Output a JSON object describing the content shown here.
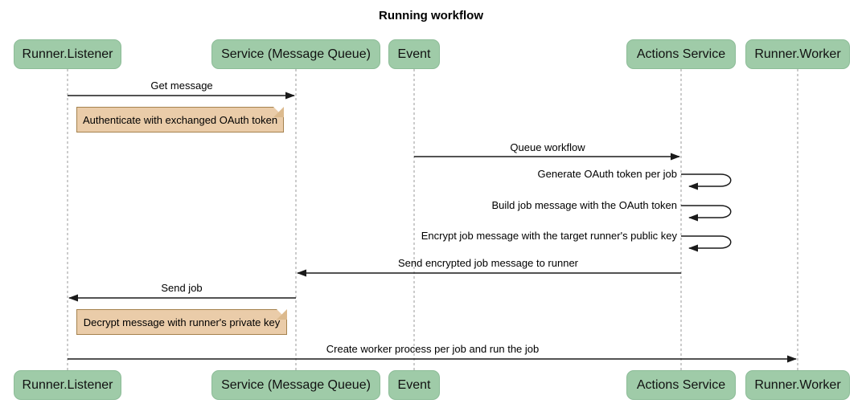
{
  "title": "Running workflow",
  "diagram_type": "sequence-diagram",
  "colors": {
    "actor_fill": "#9fcba8",
    "actor_border": "#8cbc97",
    "note_fill": "#eacca9",
    "note_border": "#a5824e",
    "lifeline": "#999999",
    "arrow": "#1a1a1a",
    "background": "#ffffff"
  },
  "participants": [
    {
      "name": "Runner.Listener"
    },
    {
      "name": "Service (Message Queue)"
    },
    {
      "name": "Event"
    },
    {
      "name": "Actions Service"
    },
    {
      "name": "Runner.Worker"
    }
  ],
  "messages": [
    {
      "label": "Get message",
      "from": "Runner.Listener",
      "to": "Service (Message Queue)",
      "kind": "solid-arrow"
    },
    {
      "label": "Queue workflow",
      "from": "Event",
      "to": "Actions Service",
      "kind": "solid-arrow"
    },
    {
      "label": "Generate OAuth token per job",
      "from": "Actions Service",
      "to": "Actions Service",
      "kind": "self-loop"
    },
    {
      "label": "Build job message with the OAuth token",
      "from": "Actions Service",
      "to": "Actions Service",
      "kind": "self-loop"
    },
    {
      "label": "Encrypt job message with the target runner's public key",
      "from": "Actions Service",
      "to": "Actions Service",
      "kind": "self-loop"
    },
    {
      "label": "Send encrypted job message to runner",
      "from": "Actions Service",
      "to": "Service (Message Queue)",
      "kind": "solid-arrow"
    },
    {
      "label": "Send job",
      "from": "Service (Message Queue)",
      "to": "Runner.Listener",
      "kind": "solid-arrow"
    },
    {
      "label": "Create worker process per job and run the job",
      "from": "Runner.Listener",
      "to": "Runner.Worker",
      "kind": "solid-arrow"
    }
  ],
  "notes": [
    {
      "text": "Authenticate with exchanged OAuth token",
      "near": "Runner.Listener"
    },
    {
      "text": "Decrypt message with runner's private key",
      "near": "Runner.Listener"
    }
  ]
}
